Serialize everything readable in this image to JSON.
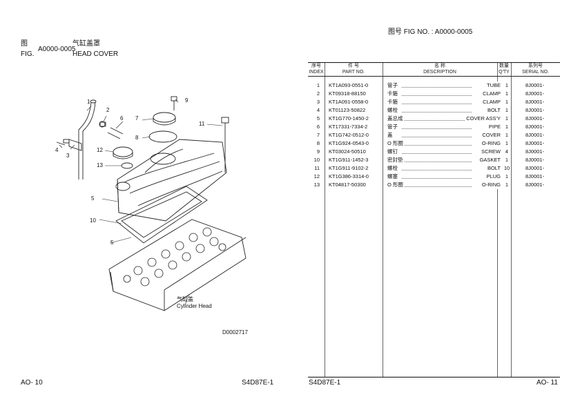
{
  "left_page": {
    "fig_label_cn": "图",
    "fig_label_en": "FIG.",
    "fig_number": "A0000-0005",
    "name_cn": "气缸盖罩",
    "name_en": "HEAD COVER",
    "drawing": {
      "callouts": [
        "1",
        "2",
        "3",
        "4",
        "5",
        "6",
        "7",
        "8",
        "9",
        "10",
        "11",
        "12",
        "13",
        "5"
      ],
      "label_cn": "气缸盖",
      "label_en": "Cylinder Head",
      "drawing_code": "D0002717"
    },
    "footer_page": "AO- 10",
    "footer_model": "S4D87E-1"
  },
  "right_page": {
    "fig_no_line": "图号  FIG NO.  :  A0000-0005",
    "table": {
      "headers": {
        "index_cn": "序号",
        "index_en": "INDEX",
        "part_cn": "件      号",
        "part_en": "PART NO.",
        "desc_cn": "名          称",
        "desc_en": "DESCRIPTION",
        "qty_cn": "数量",
        "qty_en": "Q'TY",
        "serial_cn": "系列号",
        "serial_en": "SERIAL NO."
      },
      "rows": [
        {
          "index": "1",
          "part": "KT1A093-0551-0",
          "desc_cn": "管子",
          "desc_en": "TUBE",
          "qty": "1",
          "serial": "8J0001-"
        },
        {
          "index": "2",
          "part": "KT09318-88150",
          "desc_cn": "卡箍",
          "desc_en": "CLAMP",
          "qty": "1",
          "serial": "8J0001-"
        },
        {
          "index": "3",
          "part": "KT1A091-0558-0",
          "desc_cn": "卡箍",
          "desc_en": "CLAMP",
          "qty": "1",
          "serial": "8J0001-"
        },
        {
          "index": "4",
          "part": "KT01123-50822",
          "desc_cn": "螺栓",
          "desc_en": "BOLT",
          "qty": "1",
          "serial": "8J0001-"
        },
        {
          "index": "5",
          "part": "KT1G770-1450-2",
          "desc_cn": "盖总成",
          "desc_en": "COVER ASS'Y",
          "qty": "1",
          "serial": "8J0001-"
        },
        {
          "index": "6",
          "part": "KT17331-7334-2",
          "desc_cn": "  管子",
          "desc_en": "PIPE",
          "qty": "1",
          "serial": "8J0001-"
        },
        {
          "index": "7",
          "part": "KT1G742-0512-0",
          "desc_cn": "  盖",
          "desc_en": "COVER",
          "qty": "1",
          "serial": "8J0001-"
        },
        {
          "index": "8",
          "part": "KT1G924-0543-0",
          "desc_cn": "  O 形圈",
          "desc_en": "O-RING",
          "qty": "1",
          "serial": "8J0001-"
        },
        {
          "index": "9",
          "part": "KT03024-50510",
          "desc_cn": "  螺钉",
          "desc_en": "SCREW",
          "qty": "4",
          "serial": "8J0001-"
        },
        {
          "index": "10",
          "part": "KT1G911-1452-3",
          "desc_cn": "密封垫",
          "desc_en": "GASKET",
          "qty": "1",
          "serial": "8J0001-"
        },
        {
          "index": "11",
          "part": "KT1G911-9102-2",
          "desc_cn": "螺栓",
          "desc_en": "BOLT",
          "qty": "10",
          "serial": "8J0001-"
        },
        {
          "index": "12",
          "part": "KT1G386-3314-0",
          "desc_cn": "螺塞",
          "desc_en": "PLUG",
          "qty": "1",
          "serial": "8J0001-"
        },
        {
          "index": "13",
          "part": "KT04817-50300",
          "desc_cn": "O 形圈",
          "desc_en": "O-RING",
          "qty": "1",
          "serial": "8J0001-"
        }
      ]
    },
    "footer_model": "S4D87E-1",
    "footer_page": "AO- 11"
  }
}
